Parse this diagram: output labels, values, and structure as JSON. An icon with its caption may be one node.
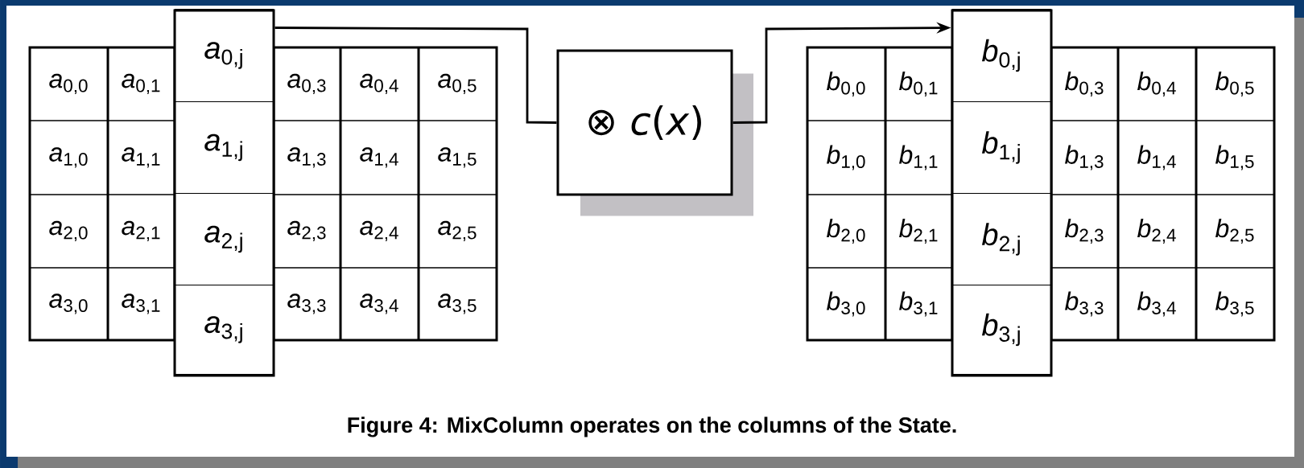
{
  "diagram": {
    "caption": "Figure 4: MixColumn operates on the columns of the State.",
    "nodes": [
      {
        "text": [],
        "shape": "box"
      },
      {
        "text": [
          "*a*$_{0,0}$"
        ]
      },
      {
        "text": [
          "*a*$_{0,1}$"
        ]
      },
      {
        "text": [
          "*a*$_{0,j}$"
        ],
        "in": 0
      },
      {
        "text": [
          "*a*$_{0,3}$"
        ]
      },
      {
        "text": [
          "*a*$_{0,4}$"
        ]
      },
      {
        "text": [
          "*a*$_{0,5}$"
        ]
      },
      {
        "text": [
          "*a*$_{1,0}$"
        ]
      },
      {
        "text": [
          "*a*$_{1,1}$"
        ]
      },
      {
        "text": [
          "*a*$_{1,j}$"
        ],
        "in": 0
      },
      {
        "text": [
          "*a*$_{1,3}$"
        ]
      },
      {
        "text": [
          "*a*$_{1,4}$"
        ]
      },
      {
        "text": [
          "*a*$_{1,5}$"
        ]
      },
      {
        "text": [
          "*a*$_{2,0}$"
        ]
      },
      {
        "text": [
          "*a*$_{2,1}$"
        ]
      },
      {
        "text": [
          "*a*$_{2,j}$"
        ],
        "in": 0
      },
      {
        "text": [
          "*a*$_{2,3}$"
        ]
      },
      {
        "text": [
          "*a*$_{2,4}$"
        ]
      },
      {
        "text": [
          "*a*$_{2,5}$"
        ]
      },
      {
        "text": [
          "*a*$_{3,0}$"
        ]
      },
      {
        "text": [
          "*a*$_{3,1}$"
        ]
      },
      {
        "text": [
          "*a*$_{3,j}$"
        ],
        "in": 0
      },
      {
        "text": [
          "*a*$_{3,3}$"
        ]
      },
      {
        "text": [
          "*a*$_{3,4}$"
        ]
      },
      {
        "text": [
          "*a*$_{3,5}$"
        ]
      },
      {
        "text": [
          "⊗ *c*(*x*)"
        ]
      },
      {
        "text": [],
        "shape": "box"
      },
      {
        "text": [
          "*b*$_{0,0}$"
        ]
      },
      {
        "text": [
          "*b*$_{0,1}$"
        ]
      },
      {
        "text": [
          "*b*$_{0,j}$"
        ],
        "in": 26
      },
      {
        "text": [
          "*b*$_{0,3}$"
        ]
      },
      {
        "text": [
          "*b*$_{0,4}$"
        ]
      },
      {
        "text": [
          "*b*$_{0,5}$"
        ]
      },
      {
        "text": [
          "*b*$_{1,0}$"
        ]
      },
      {
        "text": [
          "*b*$_{1,1}$"
        ]
      },
      {
        "text": [
          "*b*$_{1,j}$"
        ],
        "in": 26
      },
      {
        "text": [
          "*b*$_{1,3}$"
        ]
      },
      {
        "text": [
          "*b*$_{1,4}$"
        ]
      },
      {
        "text": [
          "*b*$_{1,5}$"
        ]
      },
      {
        "text": [
          "*b*$_{2,0}$"
        ]
      },
      {
        "text": [
          "*b*$_{2,1}$"
        ]
      },
      {
        "text": [
          "*b*$_{2,j}$"
        ],
        "in": 26
      },
      {
        "text": [
          "*b*$_{2,3}$"
        ]
      },
      {
        "text": [
          "*b*$_{2,4}$"
        ]
      },
      {
        "text": [
          "*b*$_{2,5}$"
        ]
      },
      {
        "text": [
          "*b*$_{3,0}$"
        ]
      },
      {
        "text": [
          "*b*$_{3,1}$"
        ]
      },
      {
        "text": [
          "*b*$_{3,j}$"
        ],
        "in": 26
      },
      {
        "text": [
          "*b*$_{3,3}$"
        ]
      },
      {
        "text": [
          "*b*$_{3,4}$"
        ]
      },
      {
        "text": [
          "*b*$_{3,5}$"
        ]
      }
    ],
    "edges": [
      {
        "from": 0,
        "to": 25,
        "arrow": "none"
      },
      {
        "from": 25,
        "to": 26,
        "arrow": "to"
      }
    ]
  }
}
